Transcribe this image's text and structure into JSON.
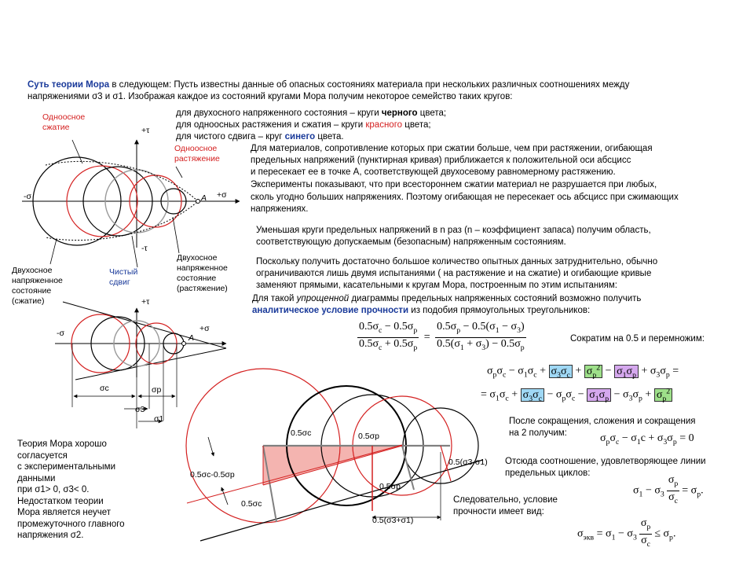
{
  "intro": {
    "bold": "Суть теории Мора",
    "rest": " в следующем: Пусть известны данные об опасных состояниях материала при нескольких различных соотношениях между",
    "line2": "напряжениями σ3 и σ1. Изображая каждое из состояний кругами Мора получим некоторое семейство таких кругов:"
  },
  "legend": {
    "l1a": "для двухосного напряженного состояния – круги ",
    "l1b": "черного",
    "l1c": " цвета;",
    "l2a": "для одноосных растяжения и сжатия – круги ",
    "l2b": "красного",
    "l2c": " цвета;",
    "l3a": "для чистого сдвига – круг ",
    "l3b": "синего",
    "l3c": " цвета."
  },
  "para1": [
    "Для материалов, сопротивление которых при сжатии больше, чем при растяжении, огибающая",
    "предельных напряжений (пунктирная кривая) приближается к положительной оси абсцисс",
    "и пересекает ее в точке A, соответствующей двухосевому равномерному растяжению.",
    "Эксперименты показывают, что при всестороннем сжатии материал не разрушается при любых,",
    "сколь угодно больших напряжениях. Поэтому огибающая не пересекает ось абсцисс при сжимающих",
    "напряжениях."
  ],
  "para2": [
    "Уменьшая круги предельных напряжений в n раз (n – коэффициент запаса) получим область,",
    "соответствующую допускаемым (безопасным) напряженным состояниям."
  ],
  "para3": [
    "Поскольку получить достаточно большое количество опытных данных затруднительно, обычно",
    "ограничиваются лишь двумя испытаниями ( на растяжение и на сжатие) и огибающие кривые",
    "заменяют прямыми, касательными к кругам Мора, построенным по этим испытаниям:"
  ],
  "para4": {
    "l1a": "Для такой ",
    "l1b": "упрощенной",
    "l1c": " диаграммы предельных напряженных состояний возможно получить",
    "l2a": "аналитическое условие прочности",
    "l2b": " из подобия прямоугольных треугольников:"
  },
  "diag1": {
    "uniaxial_comp": [
      "Одноосное",
      "сжатие"
    ],
    "uniaxial_tens": [
      "Одноосное",
      "растяжение"
    ],
    "plus_tau": "+τ",
    "minus_tau": "-τ",
    "minus_sigma": "-σ",
    "plus_sigma": "+σ",
    "point_a": "A",
    "biaxial_comp": [
      "Двухосное",
      "напряженное",
      "состояние",
      "(сжатие)"
    ],
    "pure_shear": [
      "Чистый",
      "сдвиг"
    ],
    "biaxial_tens": [
      "Двухосное",
      "напряженное",
      "состояние",
      "(растяжение)"
    ]
  },
  "diag2": {
    "plus_tau": "+τ",
    "minus_sigma": "-σ",
    "plus_sigma": "+σ",
    "point_a": "A",
    "sig_c": "σc",
    "sig_p": "σp",
    "sig_3": "σ3",
    "sig_1": "σ1"
  },
  "diag3": {
    "half_sc": "0.5σc",
    "half_sp": "0.5σp",
    "diff": "0.5σc-0.5σp",
    "half_sc_low": "0.5σc",
    "half_sp_low": "0.5σp",
    "diff31": "0.5(σ3-σ1)",
    "sum31": "0.5(σ3+σ1)"
  },
  "notes": {
    "simplify": "Сократим на 0.5 и перемножим:",
    "after": [
      "После сокращения, сложения и сокращения",
      "на 2 получим:"
    ],
    "hence": [
      "Отсюда соотношение, удовлетворяющее линии",
      "предельных циклов:"
    ],
    "therefore": [
      "Следовательно, условие",
      "прочности имеет вид:"
    ],
    "mohr": [
      "Теория Мора хорошо",
      "согласуется",
      "с экспериментальными",
      "данными",
      "при σ1> 0, σ3< 0.",
      "Недостатком теории",
      "Мора является неучет",
      "промежуточного главного",
      "напряжения σ2."
    ]
  },
  "colors": {
    "red": "#d42020",
    "black": "#000000",
    "gray": "#9a9a9a",
    "blue": "#1a3a9a",
    "fill": "#f4b4b0"
  }
}
